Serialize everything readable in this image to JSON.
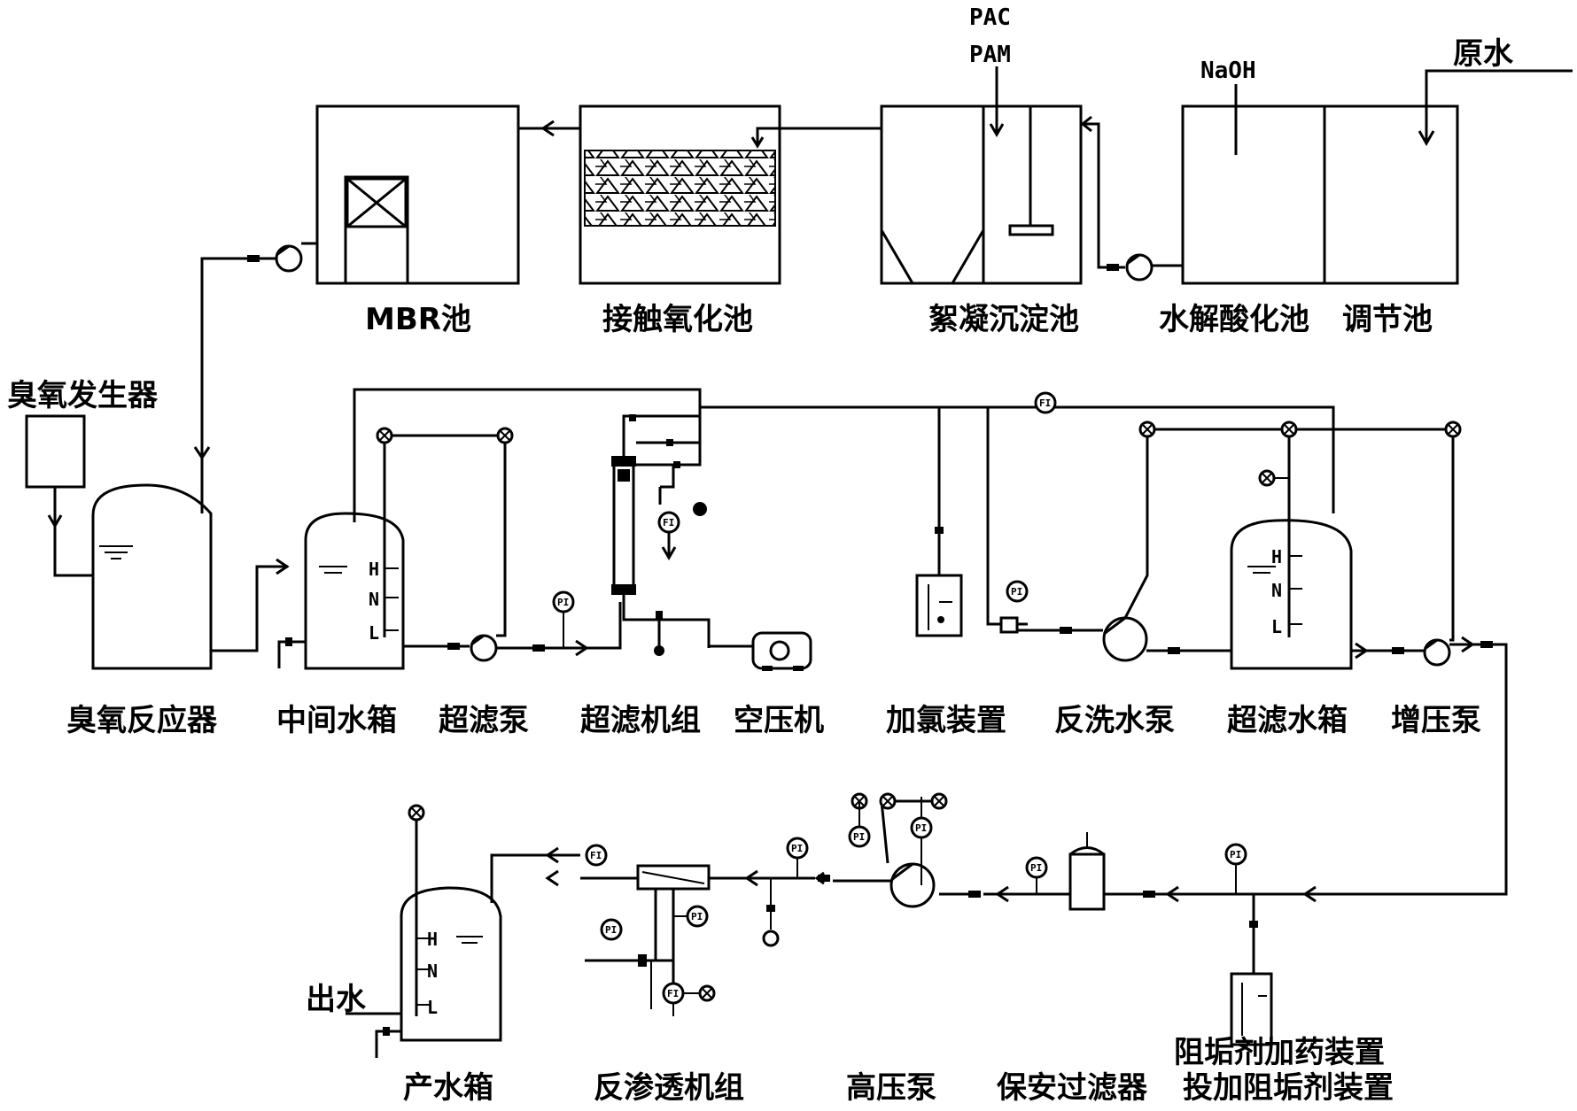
{
  "labels": {
    "mbr_tank": "MBR池",
    "contact_oxidation_tank": "接触氧化池",
    "flocculation_tank": "絮凝沉淀池",
    "hydrolysis_tank": "水解酸化池",
    "equalization_tank": "调节池",
    "raw_water": "原水",
    "pac": "PAC",
    "pam": "PAM",
    "naoh": "NaOH",
    "ozone_generator": "臭氧发生器",
    "ozone_reactor": "臭氧反应器",
    "intermediate_tank": "中间水箱",
    "uf_pump": "超滤泵",
    "uf_unit": "超滤机组",
    "air_compressor": "空压机",
    "chlorine_dosing": "加氯装置",
    "backwash_pump": "反洗水泵",
    "uf_tank": "超滤水箱",
    "booster_pump": "增压泵",
    "product_tank": "产水箱",
    "ro_unit": "反渗透机组",
    "high_pressure_pump": "高压泵",
    "security_filter": "保安过滤器",
    "antiscalant_dosing": "阻垢剂加药装置",
    "antiscalant_adding": "投加阻垢剂装置",
    "outlet": "出水"
  },
  "levels": {
    "high": "H",
    "normal": "N",
    "low": "L"
  },
  "instruments": {
    "flow": "FI",
    "pressure": "PI"
  }
}
